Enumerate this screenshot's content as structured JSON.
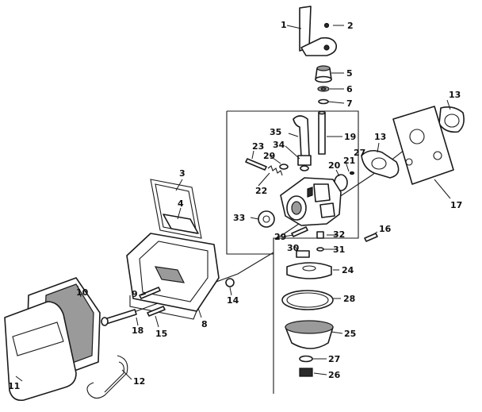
{
  "callouts": [
    {
      "id": "c1",
      "text": "1"
    },
    {
      "id": "c2",
      "text": "2"
    },
    {
      "id": "c3",
      "text": "3"
    },
    {
      "id": "c4",
      "text": "4"
    },
    {
      "id": "c5",
      "text": "5"
    },
    {
      "id": "c6",
      "text": "6"
    },
    {
      "id": "c7",
      "text": "7"
    },
    {
      "id": "c8",
      "text": "8"
    },
    {
      "id": "c9",
      "text": "9"
    },
    {
      "id": "c10",
      "text": "10"
    },
    {
      "id": "c11",
      "text": "11"
    },
    {
      "id": "c12",
      "text": "12"
    },
    {
      "id": "c13a",
      "text": "13"
    },
    {
      "id": "c13b",
      "text": "13"
    },
    {
      "id": "c14",
      "text": "14"
    },
    {
      "id": "c15",
      "text": "15"
    },
    {
      "id": "c16",
      "text": "16"
    },
    {
      "id": "c17",
      "text": "17"
    },
    {
      "id": "c18",
      "text": "18"
    },
    {
      "id": "c19",
      "text": "19"
    },
    {
      "id": "c20",
      "text": "20"
    },
    {
      "id": "c21",
      "text": "21"
    },
    {
      "id": "c22",
      "text": "22"
    },
    {
      "id": "c23",
      "text": "23"
    },
    {
      "id": "c24",
      "text": "24"
    },
    {
      "id": "c25",
      "text": "25"
    },
    {
      "id": "c26",
      "text": "26"
    },
    {
      "id": "c27a",
      "text": "27"
    },
    {
      "id": "c27b",
      "text": "27"
    },
    {
      "id": "c28",
      "text": "28"
    },
    {
      "id": "c29a",
      "text": "29"
    },
    {
      "id": "c29b",
      "text": "29"
    },
    {
      "id": "c30",
      "text": "30"
    },
    {
      "id": "c31",
      "text": "31"
    },
    {
      "id": "c32",
      "text": "32"
    },
    {
      "id": "c33",
      "text": "33"
    },
    {
      "id": "c34",
      "text": "34"
    },
    {
      "id": "c35",
      "text": "35"
    }
  ]
}
